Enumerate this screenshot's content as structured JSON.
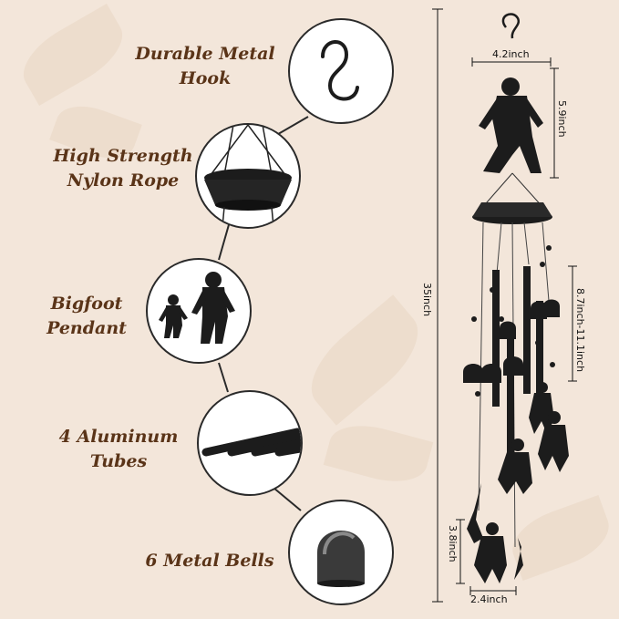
{
  "features": [
    {
      "icon": "hook-icon",
      "line1": "Durable Metal",
      "line2": "Hook"
    },
    {
      "icon": "rope-top-icon",
      "line1": "High Strength",
      "line2": "Nylon Rope"
    },
    {
      "icon": "bigfoot-icon",
      "line1": "Bigfoot",
      "line2": "Pendant"
    },
    {
      "icon": "tubes-icon",
      "line1": "4 Aluminum",
      "line2": "Tubes"
    },
    {
      "icon": "bell-icon",
      "line1": "6 Metal Bells",
      "line2": ""
    }
  ],
  "dimensions": {
    "hook_width": "4.2inch",
    "pendant_height": "5.9inch",
    "total_length": "35inch",
    "tube_length": "8.7inch-11.1inch",
    "bottom_pendant_height": "3.8inch",
    "bottom_pendant_width": "2.4inch"
  },
  "colors": {
    "background": "#f3e6da",
    "label": "#5a3418",
    "product": "#1c1c1c"
  }
}
